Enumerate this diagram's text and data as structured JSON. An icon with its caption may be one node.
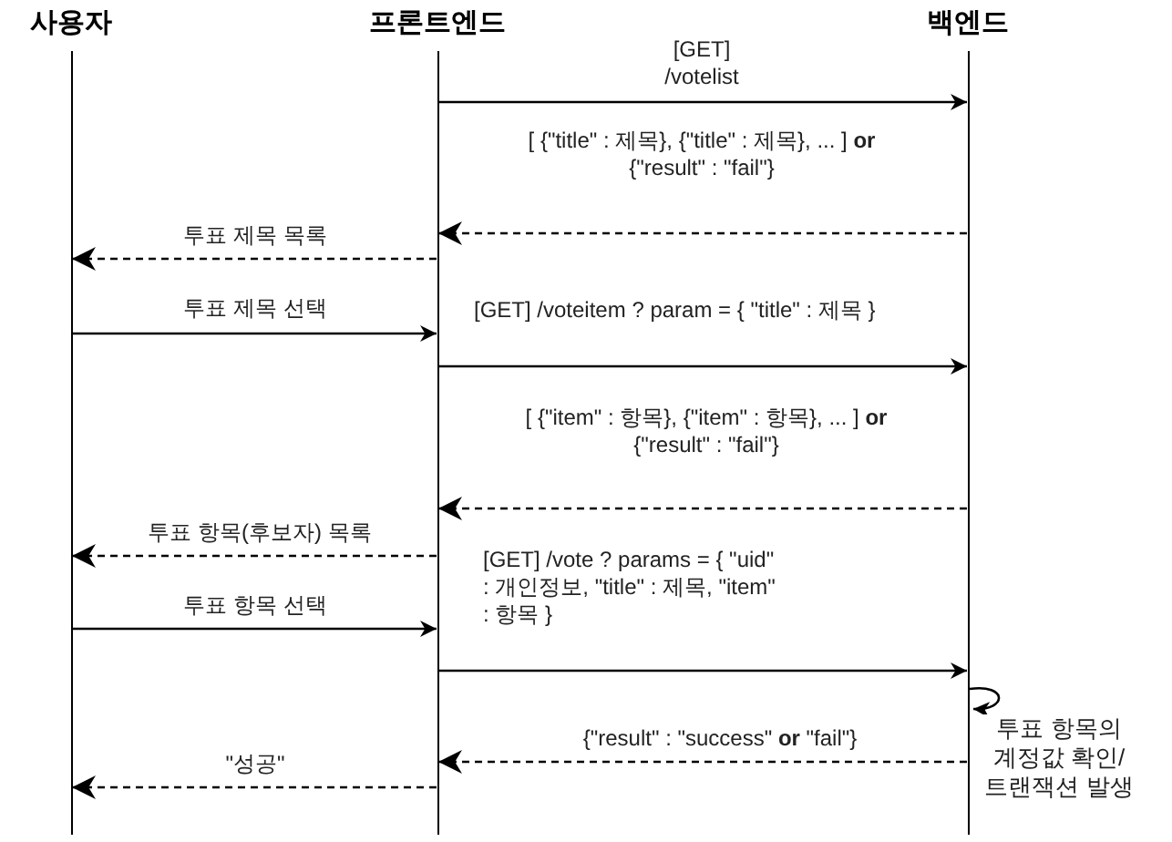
{
  "diagram": {
    "nodes": [
      {
        "text": [
          "사용자"
        ]
      },
      {
        "text": [
          "프론트엔드"
        ]
      },
      {
        "text": [
          "백엔드"
        ]
      }
    ],
    "edges": [
      {
        "from": 1,
        "to": 2,
        "arrow": "to",
        "label": "[GET] /votelist"
      },
      {
        "from": 2,
        "to": 1,
        "arrow": "to",
        "style": "dashed",
        "label": "[  {\"title\" : 제목}, {\"title\" : 제목}, ...  ] **or** {\"result\" : \"fail\"}"
      },
      {
        "from": 1,
        "to": 0,
        "arrow": "to",
        "style": "dashed",
        "label": "투표 제목 목록"
      },
      {
        "from": 0,
        "to": 1,
        "arrow": "to",
        "label": "투표 제목 선택"
      },
      {
        "from": 1,
        "to": 2,
        "arrow": "to",
        "label": "[GET] /voteitem ? param = {  \"title\"   :   제목  }"
      },
      {
        "from": 2,
        "to": 1,
        "arrow": "to",
        "style": "dashed",
        "label": "[  {\"item\" : 항목}, {\"item\" : 항목}, ...  ] **or** {\"result\" : \"fail\"}"
      },
      {
        "from": 1,
        "to": 0,
        "arrow": "to",
        "style": "dashed",
        "label": "투표 항목(후보자) 목록"
      },
      {
        "from": 0,
        "to": 1,
        "arrow": "to",
        "label": "투표 항목 선택"
      },
      {
        "from": 1,
        "to": 2,
        "arrow": "to",
        "label": "[GET] /vote ? params = {  \"uid\"    : 개인정보, \"title\"   :  제목, \"item\"   :  항목   }"
      },
      {
        "from": 2,
        "to": 2,
        "arrow": "to",
        "label": "투표 항목의 계정값 확인/ 트랜잭션 발생"
      },
      {
        "from": 2,
        "to": 1,
        "arrow": "to",
        "style": "dashed",
        "label": "{\"result\" : \"success\" **or** \"fail\"}"
      },
      {
        "from": 1,
        "to": 0,
        "arrow": "to",
        "style": "dashed",
        "label": "\"성공\""
      }
    ]
  }
}
